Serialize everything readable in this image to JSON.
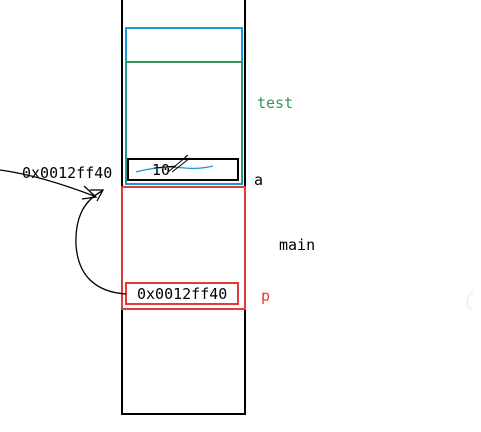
{
  "labels": {
    "test_frame": "test",
    "main_frame": "main",
    "var_a": "a",
    "var_p": "p",
    "a_address": "0x0012ff40",
    "a_value": "10",
    "p_value": "0x0012ff40"
  },
  "colors": {
    "stack_outline": "#000000",
    "test_frame": "#1a9ad6",
    "test_frame_inner": "#2e9a56",
    "test_label": "#2e9a56",
    "main_frame": "#e03a3a",
    "main_label": "#000000",
    "p_label": "#e03a3a",
    "a_label": "#000000",
    "arrow": "#000000",
    "scribble": "#1a9ad6"
  }
}
